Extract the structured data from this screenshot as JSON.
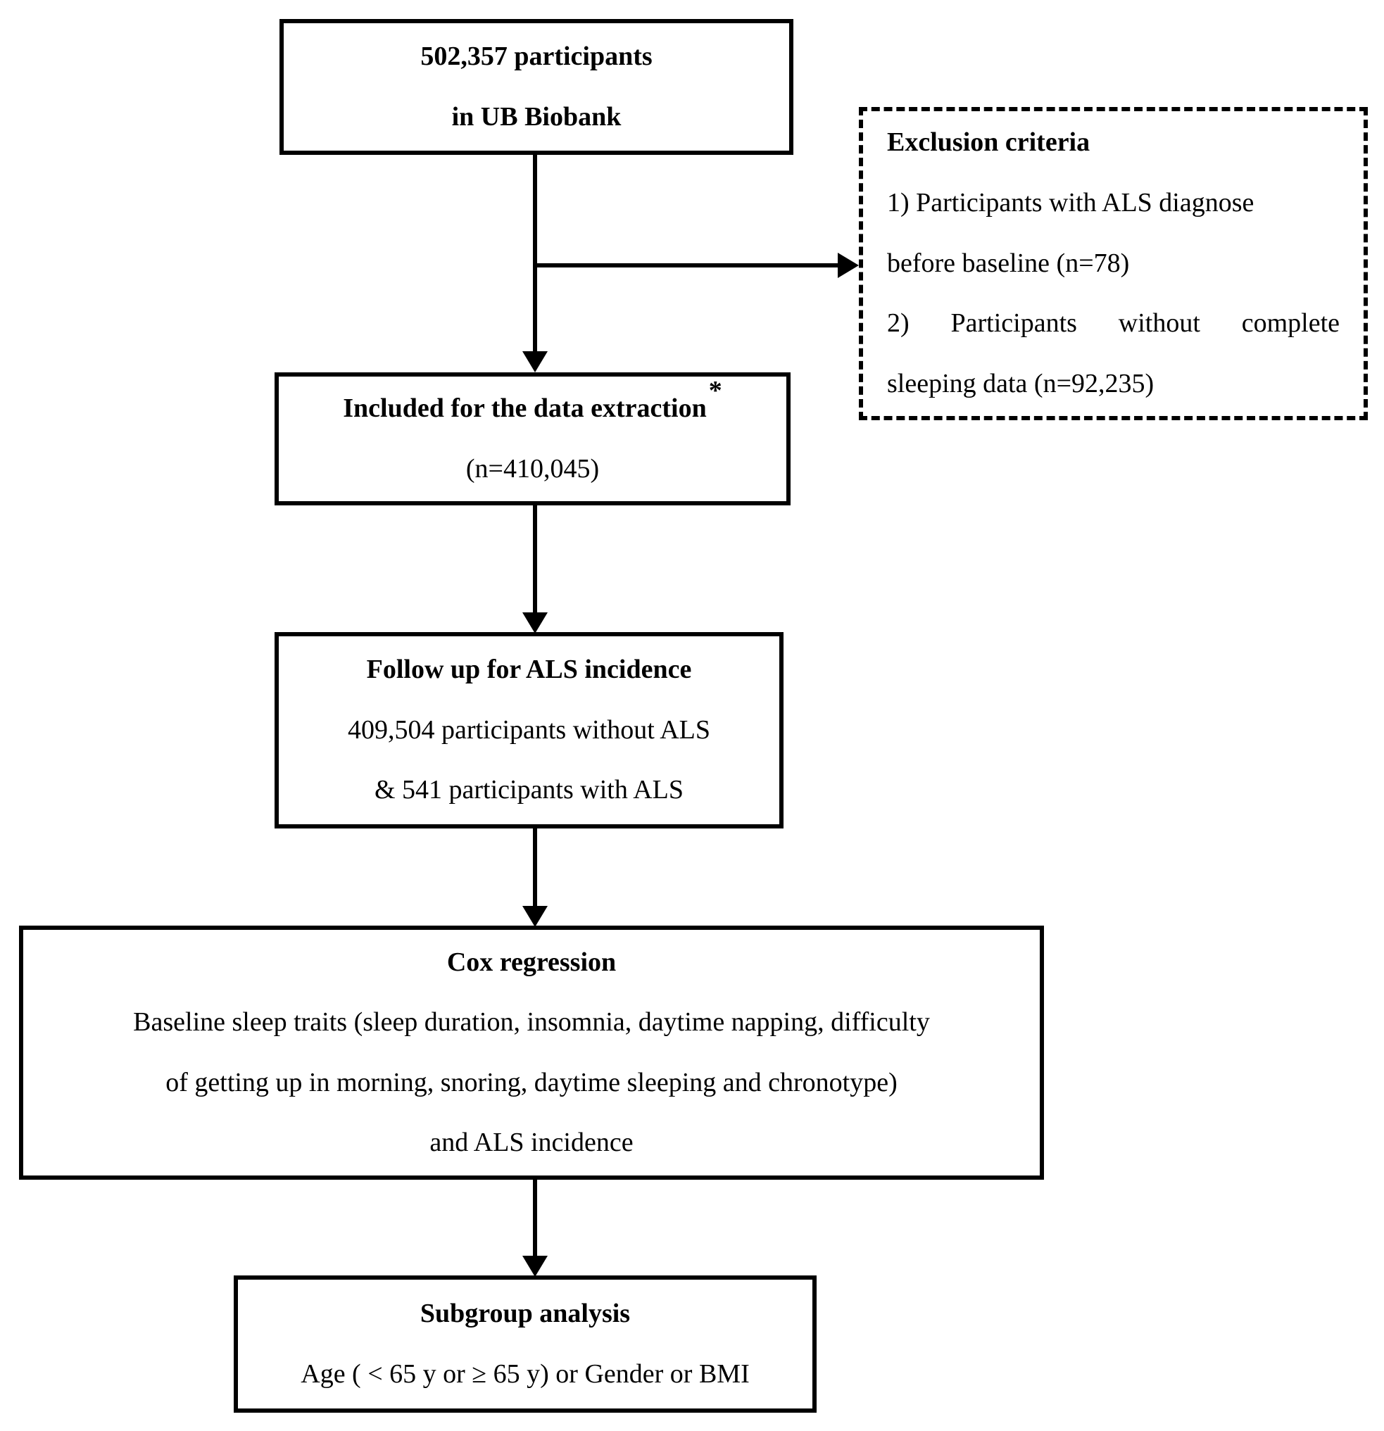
{
  "colors": {
    "ink": "#000000",
    "paper": "#ffffff"
  },
  "boxes": {
    "biobank": {
      "lines": [
        "502,357 participants",
        "in UB Biobank"
      ]
    },
    "exclusion": {
      "title": "Exclusion criteria",
      "items": [
        {
          "line1": "1) Participants with ALS diagnose",
          "line2": "before baseline (n=78)"
        },
        {
          "line1": "2) Participants without complete",
          "line2": "sleeping data (n=92,235)"
        }
      ]
    },
    "included": {
      "title": "Included for the data extraction",
      "footnote_marker": "*",
      "count": "(n=410,045)"
    },
    "followup": {
      "title": "Follow up for ALS incidence",
      "lines": [
        "409,504 participants without ALS",
        "& 541 participants with ALS"
      ]
    },
    "cox": {
      "title": "Cox regression",
      "lines": [
        "Baseline sleep traits (sleep duration, insomnia, daytime napping, difficulty",
        "of getting up in morning, snoring, daytime sleeping and chronotype)",
        "and ALS incidence"
      ]
    },
    "subgroup": {
      "title": "Subgroup analysis",
      "line": "Age ( < 65 y or ≥ 65 y) or Gender or BMI"
    }
  }
}
